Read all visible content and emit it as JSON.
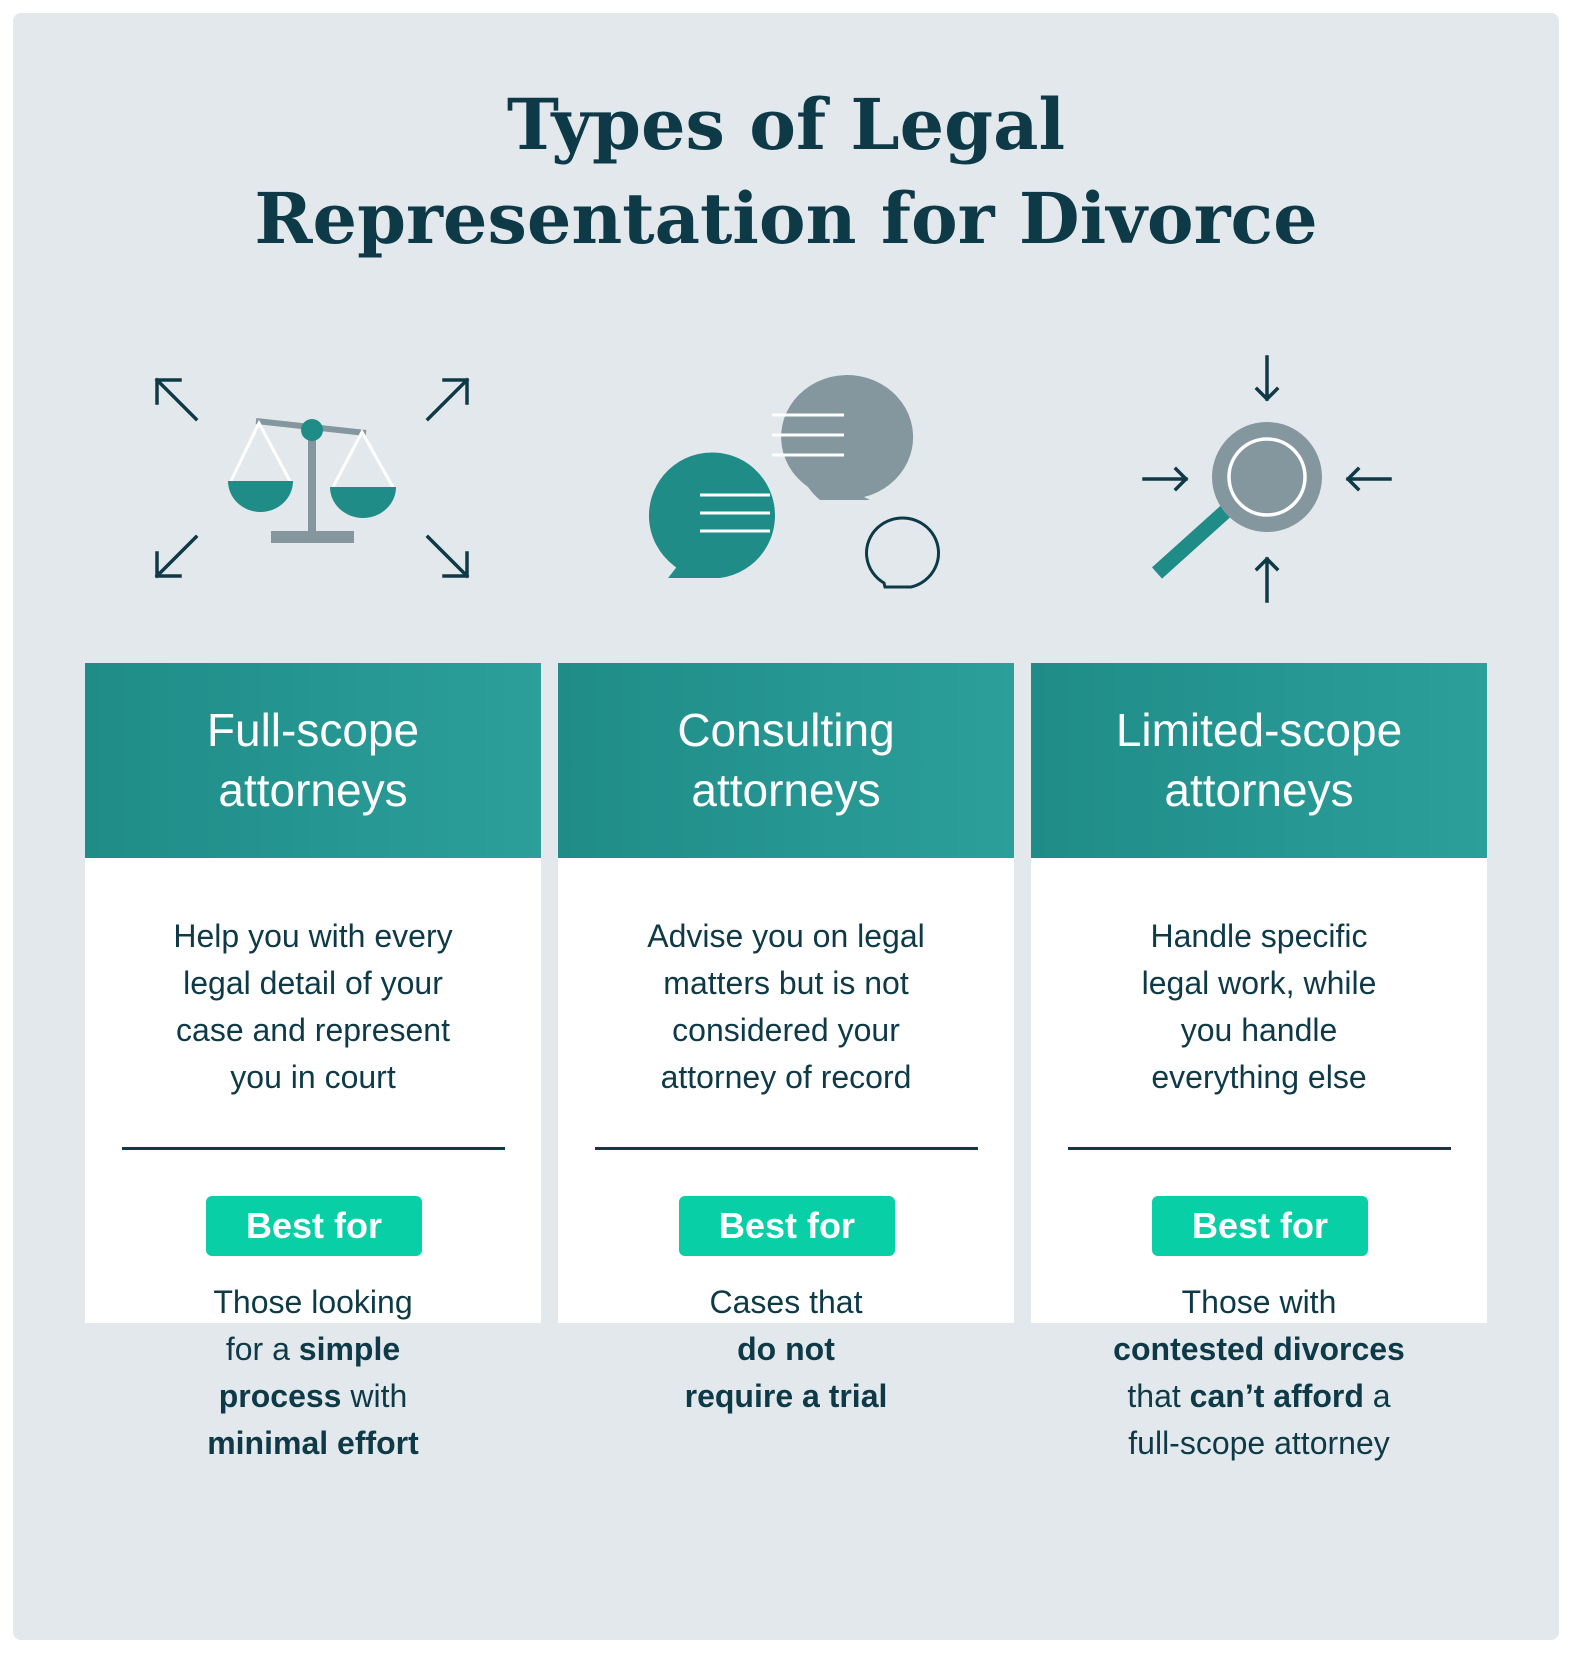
{
  "title": {
    "line1": "Types of Legal",
    "line2": "Representation for Divorce"
  },
  "colors": {
    "background": "#e3e8ec",
    "navy": "#0e3a48",
    "teal": "#1f8c87",
    "teal_light": "#2c9f9b",
    "badge": "#08cfa6",
    "gray_icon": "#85979e"
  },
  "columns": [
    {
      "icon": "scales-of-justice-icon",
      "title": [
        "Full-scope",
        "attorneys"
      ],
      "description": [
        "Help you with every",
        "legal detail of your",
        "case and represent",
        "you in court"
      ],
      "badge": "Best for",
      "best_for": [
        [
          {
            "t": "Those looking",
            "b": false
          }
        ],
        [
          {
            "t": "for a ",
            "b": false
          },
          {
            "t": "simple",
            "b": true
          }
        ],
        [
          {
            "t": "process",
            "b": true
          },
          {
            "t": " with",
            "b": false
          }
        ],
        [
          {
            "t": "minimal effort",
            "b": true
          }
        ]
      ]
    },
    {
      "icon": "chat-bubbles-icon",
      "title": [
        "Consulting",
        "attorneys"
      ],
      "description": [
        "Advise you on legal",
        "matters but is not",
        "considered your",
        "attorney of record"
      ],
      "badge": "Best for",
      "best_for": [
        [
          {
            "t": "Cases that",
            "b": false
          }
        ],
        [
          {
            "t": "do not",
            "b": true
          }
        ],
        [
          {
            "t": "require a trial",
            "b": true
          }
        ]
      ]
    },
    {
      "icon": "magnifying-glass-icon",
      "title": [
        "Limited-scope",
        "attorneys"
      ],
      "description": [
        "Handle specific",
        "legal work, while",
        "you handle",
        "everything else"
      ],
      "badge": "Best for",
      "best_for": [
        [
          {
            "t": "Those with",
            "b": false
          }
        ],
        [
          {
            "t": "contested divorces",
            "b": true
          }
        ],
        [
          {
            "t": "that ",
            "b": false
          },
          {
            "t": "can’t afford",
            "b": true
          },
          {
            "t": " a",
            "b": false
          }
        ],
        [
          {
            "t": "full-scope attorney",
            "b": false
          }
        ]
      ]
    }
  ]
}
